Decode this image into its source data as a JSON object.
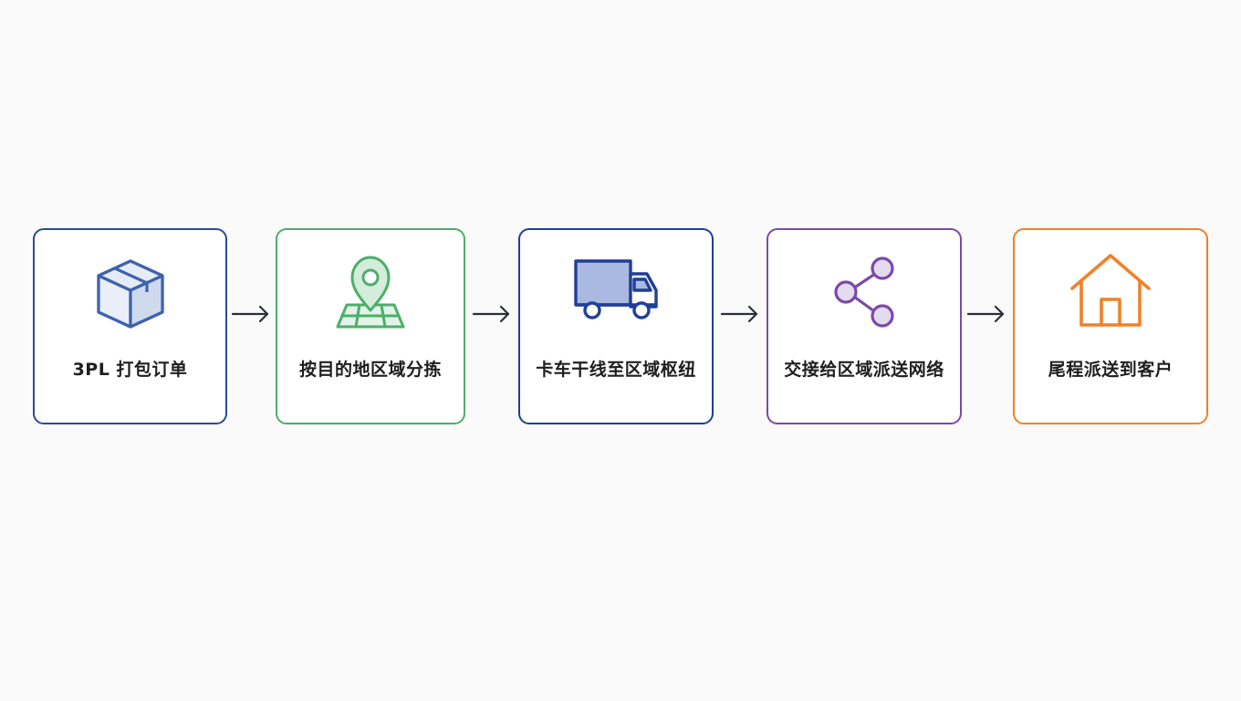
{
  "colors": {
    "step1": "#2c4a9a",
    "step2": "#4caf6a",
    "step3": "#1f3f98",
    "step4": "#7b4aa8",
    "step5": "#f0812a",
    "arrow": "#2b2f3a"
  },
  "steps": [
    {
      "label": "3PL 打包订单",
      "icon": "package-box-icon"
    },
    {
      "label": "按目的地区域分拣",
      "icon": "map-pin-icon"
    },
    {
      "label": "卡车干线至区域枢纽",
      "icon": "truck-icon"
    },
    {
      "label": "交接给区域派送网络",
      "icon": "share-network-icon"
    },
    {
      "label": "尾程派送到客户",
      "icon": "house-icon"
    }
  ]
}
